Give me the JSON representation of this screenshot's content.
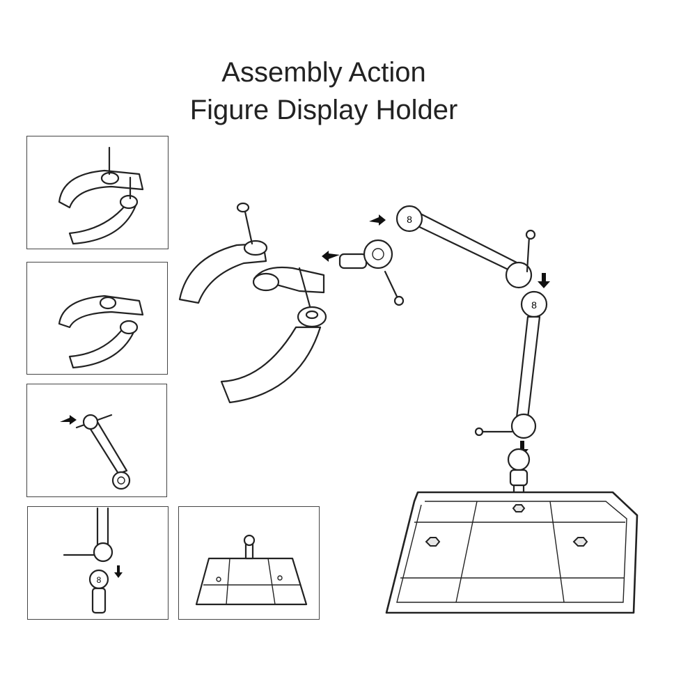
{
  "title": {
    "line1": "Assembly Action",
    "line2": "Figure Display Holder"
  },
  "steps": [
    {
      "name": "clip-with-screws"
    },
    {
      "name": "clip-assembled"
    },
    {
      "name": "arm-joint-insert"
    },
    {
      "name": "lower-joint-connect"
    },
    {
      "name": "base-plate"
    }
  ],
  "joint_label": "8"
}
